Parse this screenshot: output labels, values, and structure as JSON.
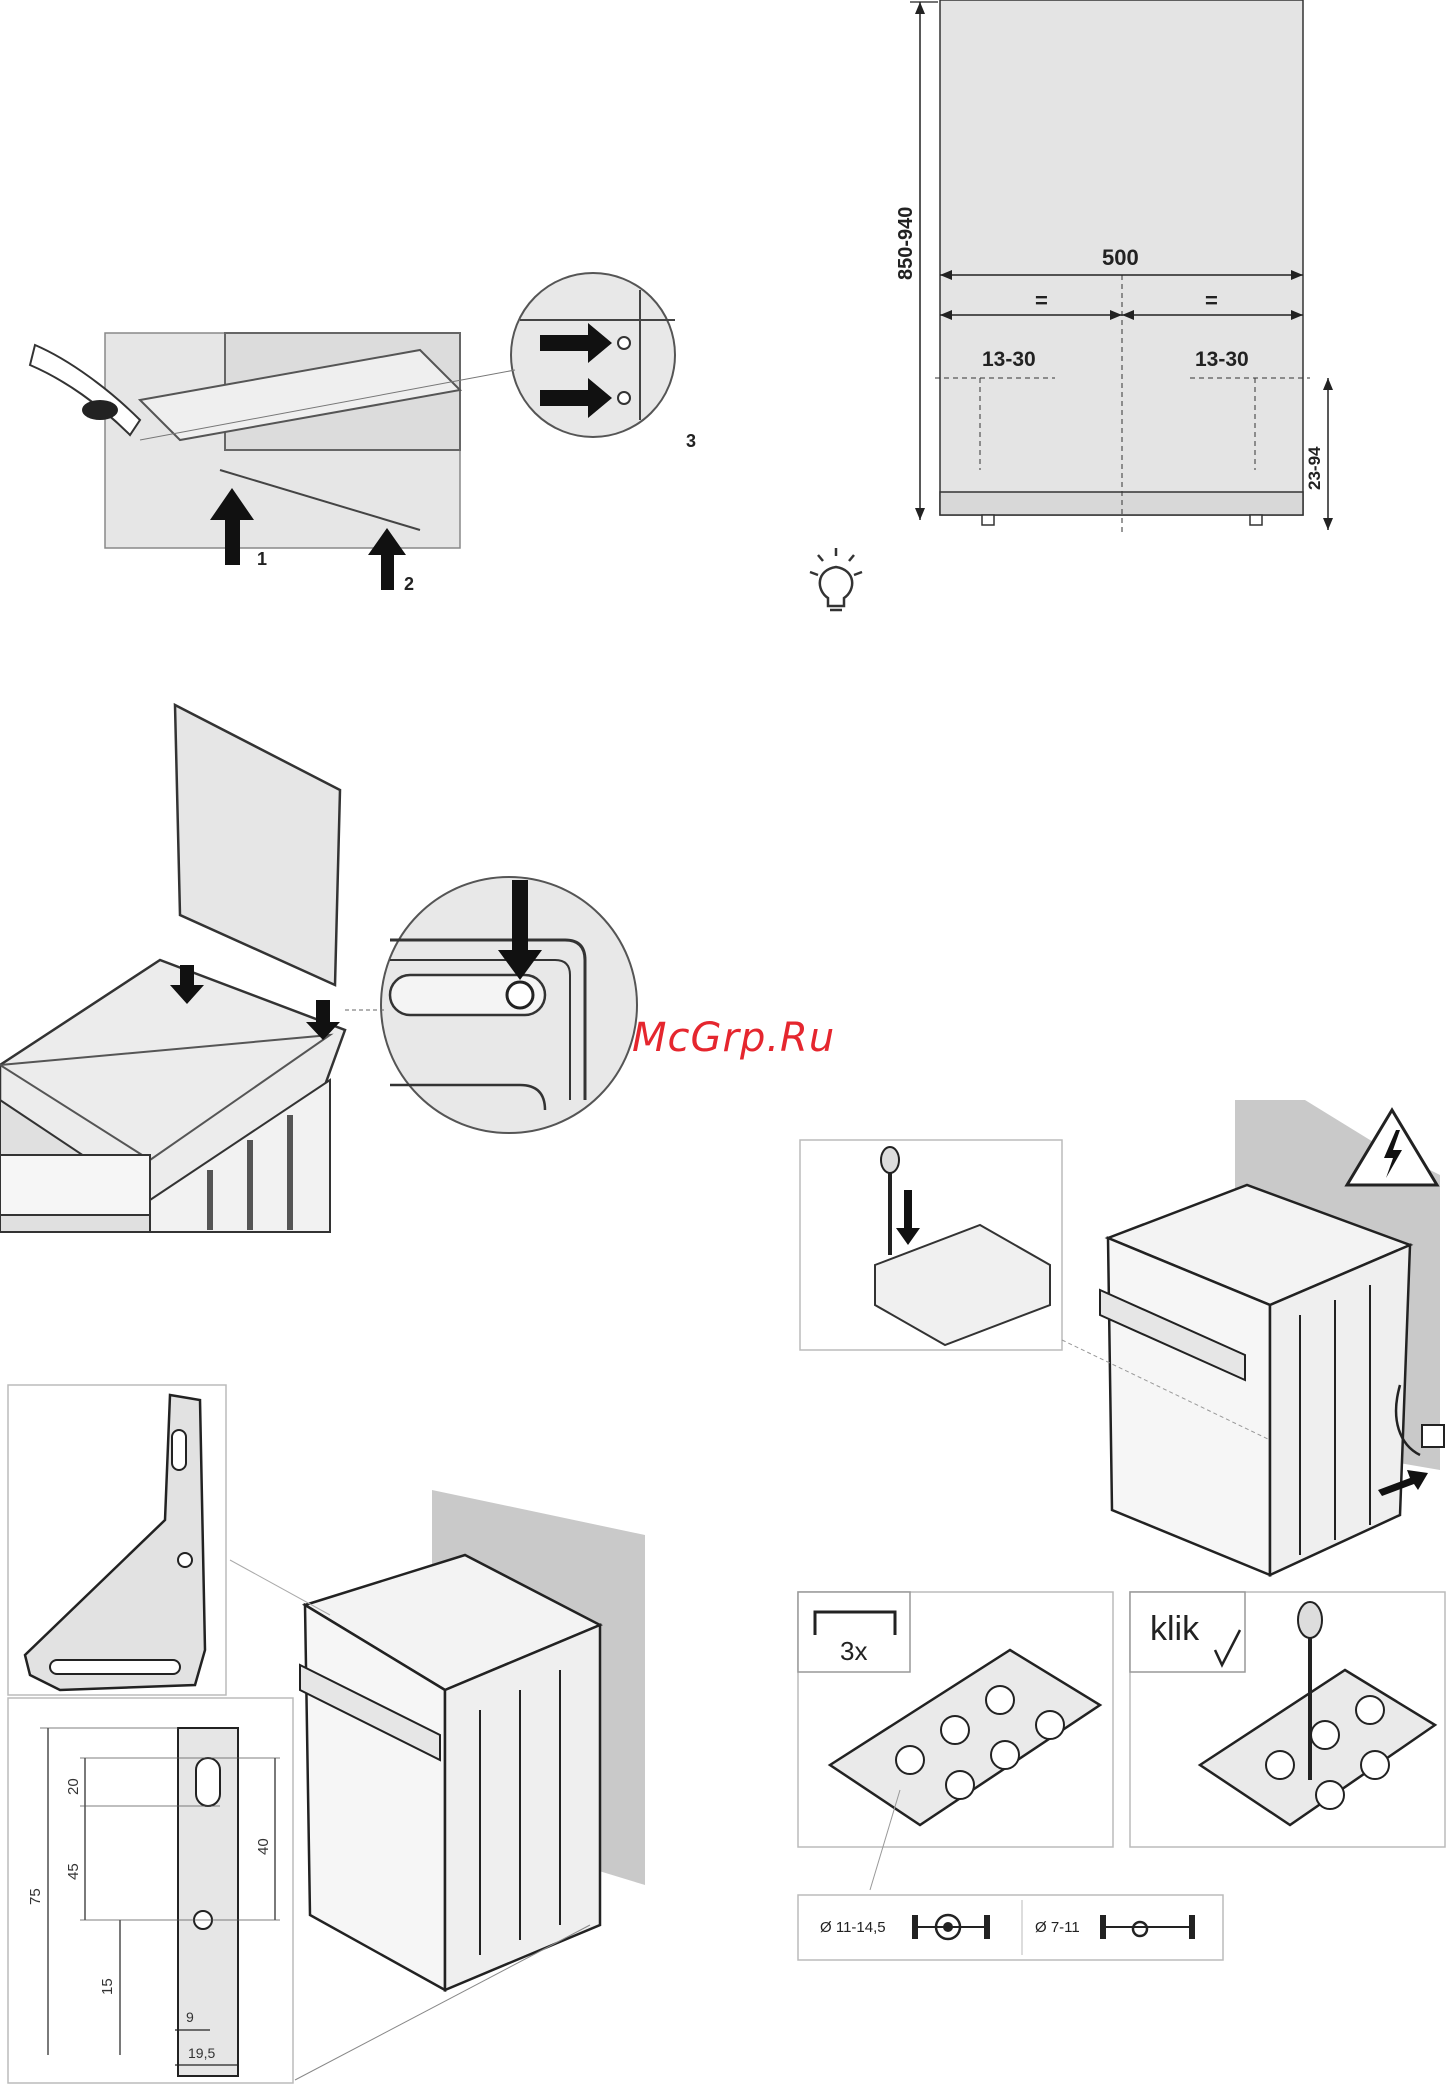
{
  "watermark": "McGrp.Ru",
  "colors": {
    "watermark": "#e5262e",
    "panel": "#e4e4e4",
    "line": "#222222",
    "wall": "#c8c8c8"
  },
  "icons": [
    "lightbulb-tip-icon",
    "electric-hazard-icon",
    "arrow-icon"
  ],
  "panel1": {
    "step1": "1",
    "step2": "2",
    "step3": "3"
  },
  "dimensions": {
    "height": "850-940",
    "width": "500",
    "half_left": "=",
    "half_right": "=",
    "offset_left": "13-30",
    "offset_right": "13-30",
    "feet": "23-94"
  },
  "bracket": {
    "d1": "20",
    "d2": "75",
    "d3": "45",
    "d4": "15",
    "d5": "40",
    "d6": "9",
    "d7": "19,5"
  },
  "electric": {
    "clip_count": "3x",
    "klik": "klik",
    "cable_a": "Ø 11-14,5",
    "cable_b": "Ø 7-11"
  }
}
